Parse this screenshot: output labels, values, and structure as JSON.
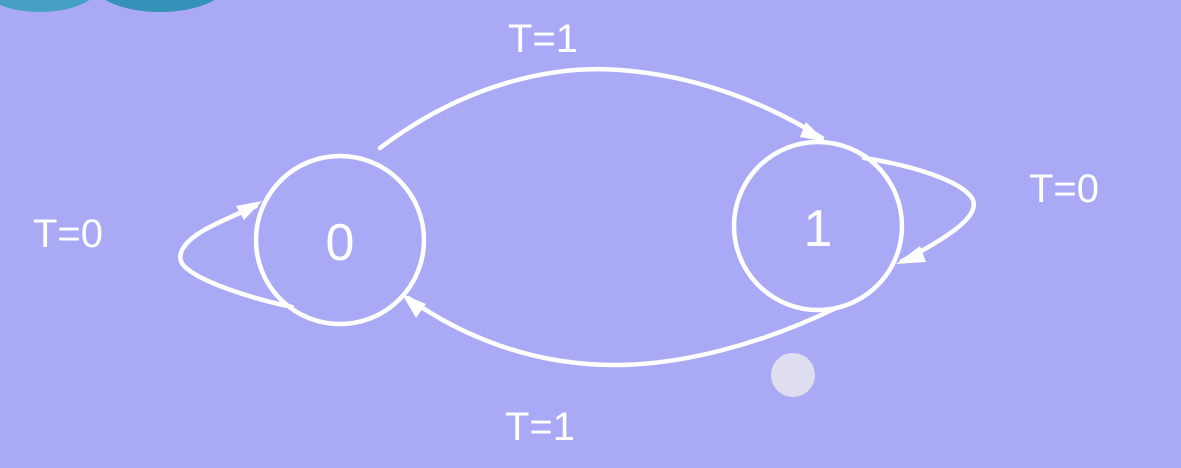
{
  "diagram": {
    "states": [
      {
        "id": "s0",
        "label": "0"
      },
      {
        "id": "s1",
        "label": "1"
      }
    ],
    "transitions": [
      {
        "from": "0",
        "to": "1",
        "label": "T=1"
      },
      {
        "from": "1",
        "to": "0",
        "label": "T=1"
      },
      {
        "from": "0",
        "to": "0",
        "label": "T=0"
      },
      {
        "from": "1",
        "to": "1",
        "label": "T=0"
      }
    ]
  },
  "colors": {
    "background": "#aaa9f5",
    "stroke": "#ffffff",
    "top_left_blob": "#3aa6c4",
    "cursor_dot": "#e3e3f0"
  }
}
